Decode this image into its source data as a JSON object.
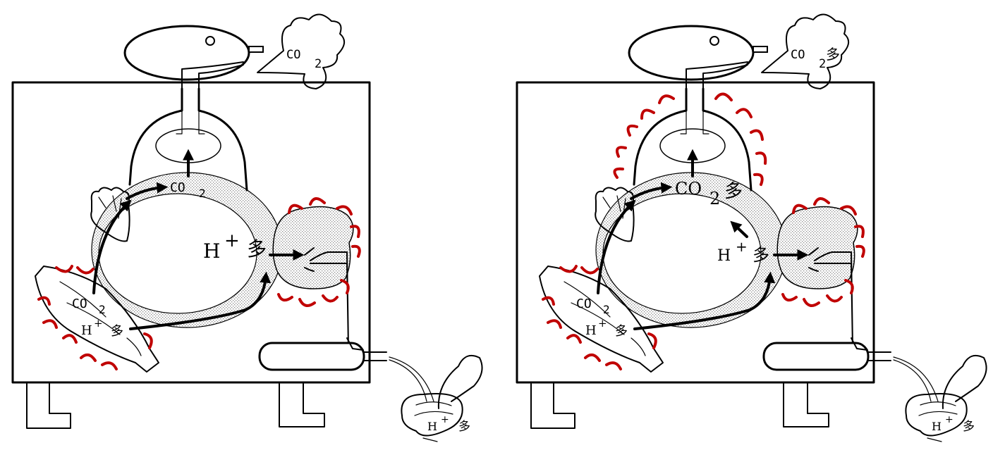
{
  "panels": [
    {
      "id": "left",
      "labels": {
        "exhaust_co2": "CO",
        "exhaust_co2_sub": "2",
        "exhaust_co2_suffix": "",
        "lung_co2": "CO",
        "lung_co2_sub": "2",
        "lung_co2_suffix": "",
        "blood_h": "H",
        "blood_h_sup": "+",
        "blood_h_suffix": "多",
        "muscle_co2": "CO",
        "muscle_co2_sub": "2",
        "muscle_h": "H",
        "muscle_h_sup": "+",
        "muscle_h_suffix": "多",
        "urine_h": "H",
        "urine_h_sup": "+",
        "urine_h_suffix": "多"
      }
    },
    {
      "id": "right",
      "labels": {
        "exhaust_co2": "CO",
        "exhaust_co2_sub": "2",
        "exhaust_co2_suffix": "多",
        "lung_co2": "CO",
        "lung_co2_sub": "2",
        "lung_co2_suffix": "多",
        "blood_h": "H",
        "blood_h_sup": "+",
        "blood_h_suffix": "多",
        "muscle_co2": "CO",
        "muscle_co2_sub": "2",
        "muscle_h": "H",
        "muscle_h_sup": "+",
        "muscle_h_suffix": "多",
        "urine_h": "H",
        "urine_h_sup": "+",
        "urine_h_suffix": "多"
      }
    }
  ],
  "colors": {
    "line": "#000000",
    "alert_marks": "#c00000",
    "blood_stipple": "#b4b4b4",
    "background": "#ffffff"
  }
}
